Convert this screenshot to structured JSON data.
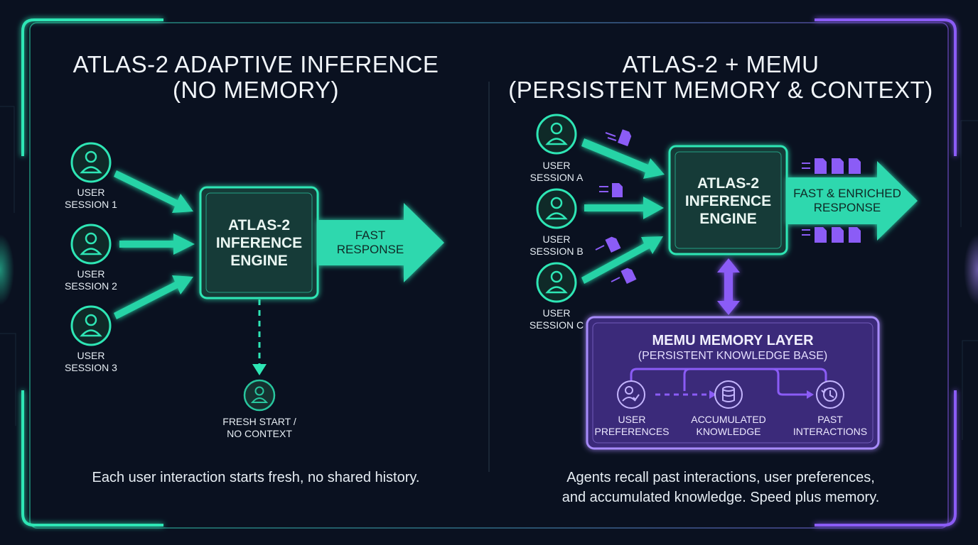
{
  "left_panel": {
    "title": "ATLAS-2 ADAPTIVE INFERENCE",
    "subtitle": "(NO MEMORY)",
    "sessions": [
      "USER\nSESSION 1",
      "USER\nSESSION 2",
      "USER\nSESSION 3"
    ],
    "engine_label": "ATLAS-2\nINFERENCE\nENGINE",
    "output_label": "FAST\nRESPONSE",
    "fresh_label": "FRESH START /\nNO CONTEXT",
    "caption": "Each user interaction starts fresh, no shared history."
  },
  "right_panel": {
    "title": "ATLAS-2 + MEMU",
    "subtitle": "(PERSISTENT MEMORY & CONTEXT)",
    "sessions": [
      "USER\nSESSION A",
      "USER\nSESSION B",
      "USER\nSESSION C"
    ],
    "engine_label": "ATLAS-2\nINFERENCE\nENGINE",
    "output_label": "FAST & ENRICHED\nRESPONSE",
    "memory_layer": {
      "title": "MEMU MEMORY LAYER",
      "subtitle": "(PERSISTENT KNOWLEDGE BASE)",
      "items": [
        {
          "label": "USER\nPREFERENCES",
          "icon": "user-check-icon"
        },
        {
          "label": "ACCUMULATED\nKNOWLEDGE",
          "icon": "database-icon"
        },
        {
          "label": "PAST\nINTERACTIONS",
          "icon": "history-clock-icon"
        }
      ]
    },
    "caption": "Agents recall past interactions, user preferences,\nand accumulated knowledge. Speed plus memory."
  },
  "colors": {
    "background": "#0a1120",
    "teal_accent": "#2ee6b5",
    "purple_accent": "#8b5cf6",
    "engine_fill": "#133b37",
    "memory_fill": "#3b2a7a"
  }
}
